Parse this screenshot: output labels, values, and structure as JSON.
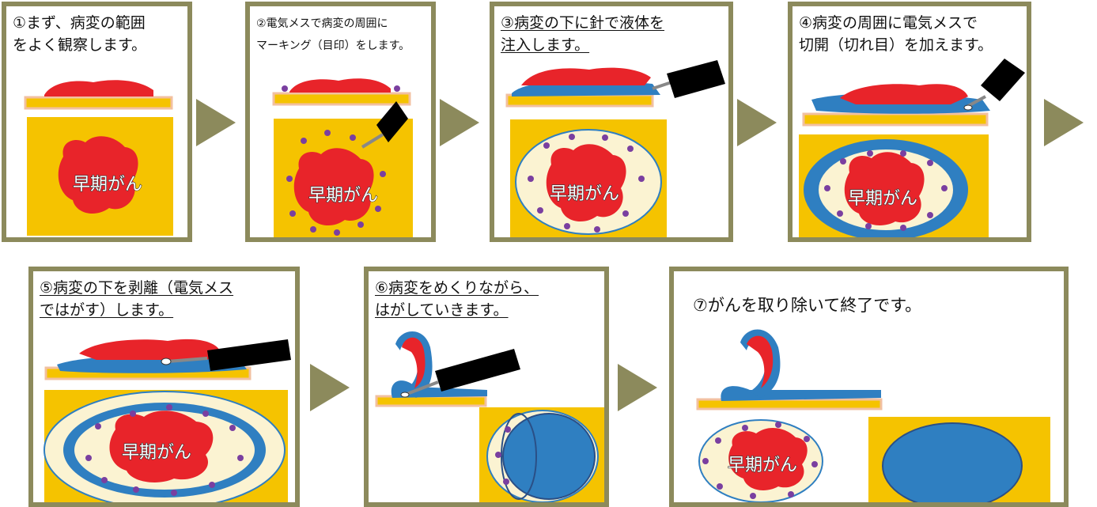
{
  "steps": [
    {
      "line1": "①まず、病変の範囲",
      "line2": "をよく観察します。"
    },
    {
      "line1": "②電気メスで病変の周囲に",
      "line2": "マーキング（目印）をします。"
    },
    {
      "line1": "③病変の下に針で液体を",
      "line2": "注入します。"
    },
    {
      "line1": "④病変の周囲に電気メスで",
      "line2": "切開（切れ目）を加えます。"
    },
    {
      "line1": "⑤病変の下を剥離（電気メス",
      "line2": "ではがす）します。"
    },
    {
      "line1": "⑥病変をめくりながら、",
      "line2": "はがしていきます。"
    },
    {
      "line1": "⑦がんを取り除いて終了です。",
      "line2": ""
    }
  ],
  "lesion_label": "早期がん",
  "colors": {
    "frame": "#8c8a5c",
    "lesion": "#e8242a",
    "tissue": "#f5c300",
    "fluid": "#2f7fc1",
    "mucosa": "#fbf3d2",
    "marker": "#7a3fa0",
    "tool": "#000000"
  }
}
